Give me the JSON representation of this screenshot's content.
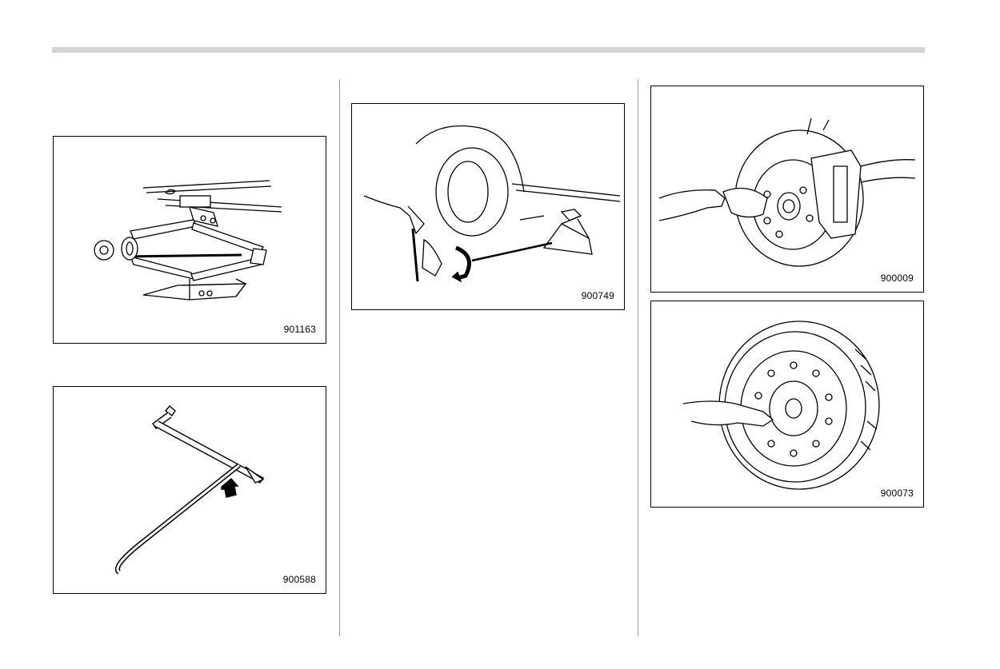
{
  "figures": {
    "jack": {
      "code": "901163"
    },
    "wrench_handle": {
      "code": "900588"
    },
    "jack_operation": {
      "code": "900749"
    },
    "clean_hub": {
      "code": "900009"
    },
    "clean_spare": {
      "code": "900073"
    }
  }
}
